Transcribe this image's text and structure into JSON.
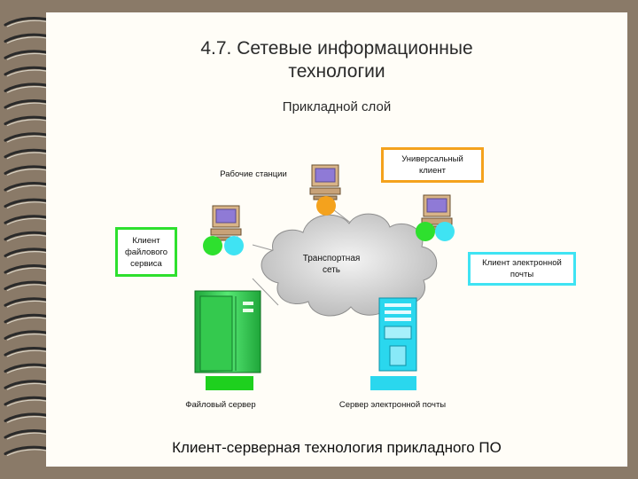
{
  "slide": {
    "title_line1": "4.7. Сетевые информационные",
    "title_line2": "технологии",
    "subtitle": "Прикладной слой",
    "caption": "Клиент-серверная технология прикладного ПО"
  },
  "diagram": {
    "workstations_label": "Рабочие станции",
    "universal_client_line1": "Универсальный",
    "universal_client_line2": "клиент",
    "file_client_line1": "Клиент",
    "file_client_line2": "файлового",
    "file_client_line3": "сервиса",
    "network_line1": "Транспортная",
    "network_line2": "сеть",
    "email_client_line1": "Клиент электронной",
    "email_client_line2": "почты",
    "file_server_label": "Файловый сервер",
    "email_server_label": "Сервер электронной почты"
  },
  "colors": {
    "orange": "#f4a21d",
    "green": "#2ee02e",
    "cyan": "#3fe3f3",
    "server_green": "#31d35a",
    "server_cyan": "#2ad7ee"
  }
}
